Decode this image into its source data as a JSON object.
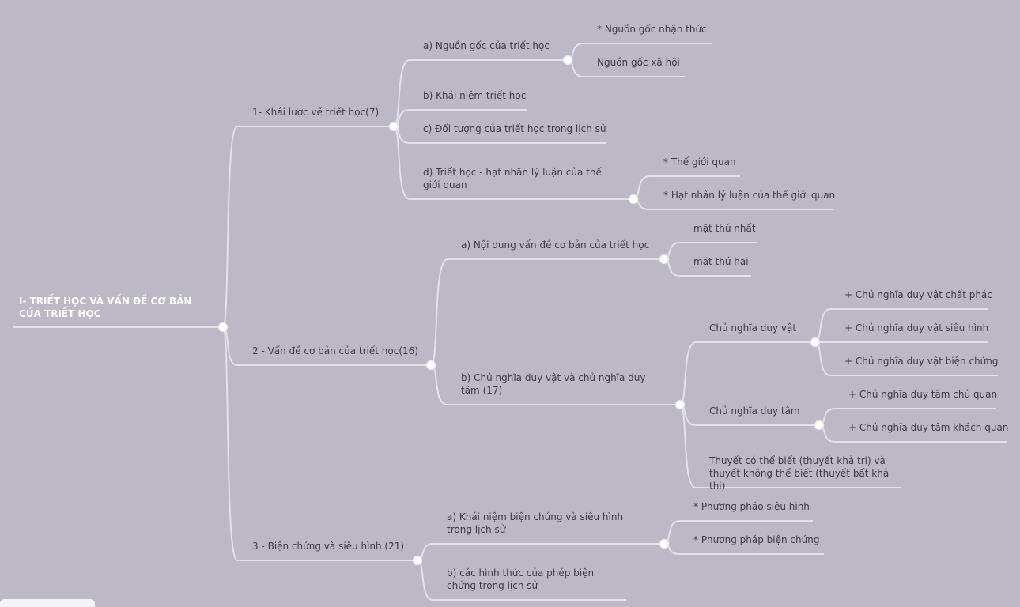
{
  "mindmap": {
    "root": "I- TRIẾT HỌC VÀ VẤN ĐỀ CƠ BẢN CỦA TRIẾT HỌC",
    "branches": [
      {
        "label": "1- Khái lược về triết học(7)",
        "children": [
          {
            "label": "a) Nguồn gốc của triết học",
            "children": [
              {
                "label": "* Nguồn gốc nhận thức"
              },
              {
                "label": "Nguồn gốc xã hội"
              }
            ]
          },
          {
            "label": "b) Khái niệm triết học"
          },
          {
            "label": "c) Đối tượng của triết học trong lịch sử"
          },
          {
            "label": "d) Triết học - hạt nhân lý luận của thế giới quan",
            "children": [
              {
                "label": "* Thế giới quan"
              },
              {
                "label": "* Hạt nhân lý luận của thế giới quan"
              }
            ]
          }
        ]
      },
      {
        "label": "2 - Vấn đề cơ bản của triết học(16)",
        "children": [
          {
            "label": "a) Nội dung vấn đề cơ bản của triết học",
            "children": [
              {
                "label": "mặt thứ nhất"
              },
              {
                "label": "mặt thứ hai"
              }
            ]
          },
          {
            "label": "b) Chủ nghĩa duy vật và chủ nghĩa duy tâm (17)",
            "children": [
              {
                "label": "Chủ nghĩa duy vật",
                "children": [
                  {
                    "label": "+ Chủ nghĩa duy vật chất phác"
                  },
                  {
                    "label": "+ Chủ nghĩa duy vật siêu hình"
                  },
                  {
                    "label": "+ Chủ nghĩa duy vật biện chứng"
                  }
                ]
              },
              {
                "label": "Chủ nghĩa duy tâm",
                "children": [
                  {
                    "label": "+ Chủ nghĩa duy tâm chủ quan"
                  },
                  {
                    "label": "+ Chủ nghĩa duy tâm khách quan"
                  }
                ]
              },
              {
                "label": "Thuyết có thể biết (thuyết khả tri) và thuyết không thể biết (thuyết bất khả thi)"
              }
            ]
          }
        ]
      },
      {
        "label": "3 - Biện chứng và siêu hình (21)",
        "children": [
          {
            "label": "a) Khái niệm biện chứng và siêu hình trong lịch sử",
            "children": [
              {
                "label": "* Phương pháo siêu hình"
              },
              {
                "label": "* Phương pháp biện chứng"
              }
            ]
          },
          {
            "label": "b) các hình thức của phép biện chứng trong lịch sử"
          }
        ]
      }
    ]
  },
  "colors": {
    "background": "#bcb8c6",
    "connector": "#e3e1ea",
    "text": "#3d3a46",
    "root_text": "#ffffff"
  }
}
